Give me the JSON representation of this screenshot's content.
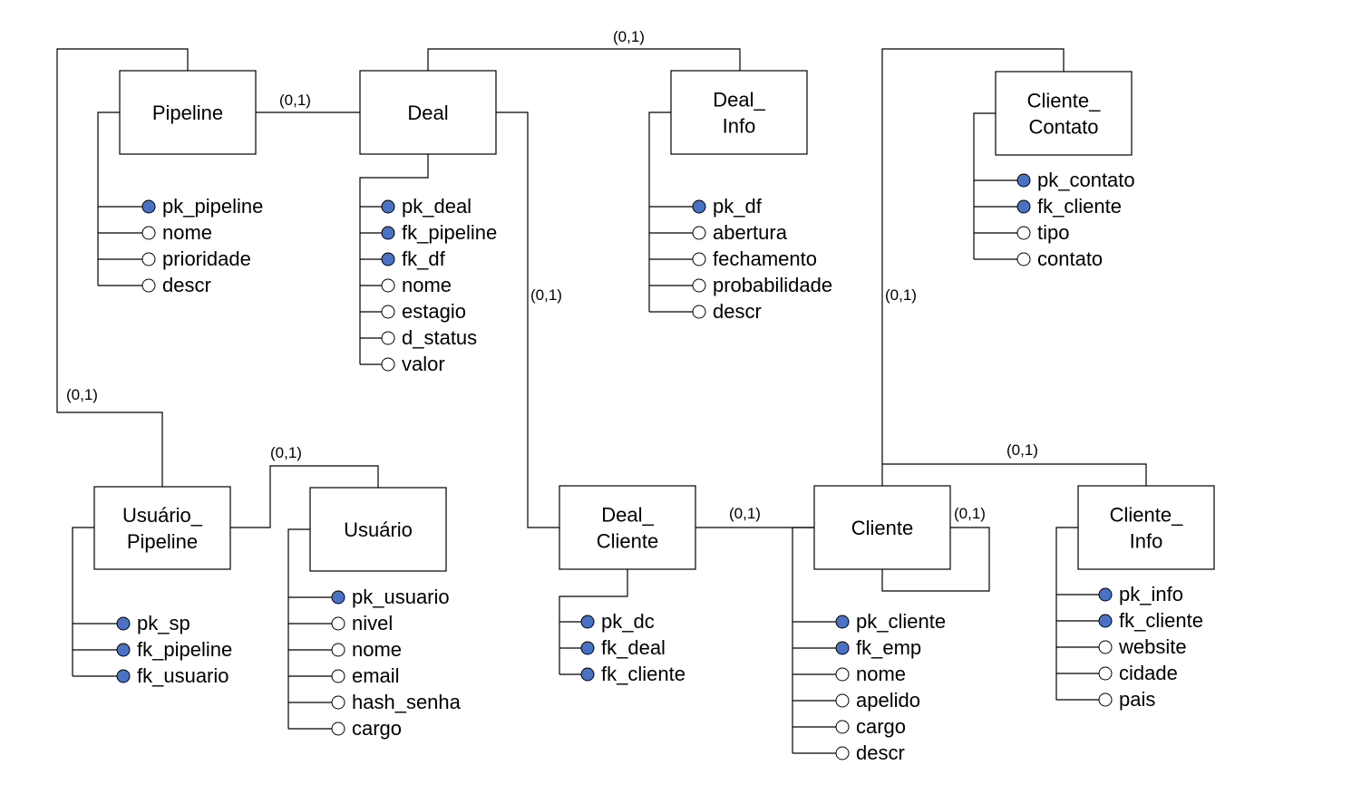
{
  "colors": {
    "key_dot": "#4a72c4",
    "plain_dot": "#ffffff",
    "line": "#000000"
  },
  "entities": {
    "pipeline": {
      "title": [
        "Pipeline"
      ],
      "attrs": [
        {
          "label": "pk_pipeline",
          "key": true
        },
        {
          "label": "nome",
          "key": false
        },
        {
          "label": "prioridade",
          "key": false
        },
        {
          "label": "descr",
          "key": false
        }
      ]
    },
    "deal": {
      "title": [
        "Deal"
      ],
      "attrs": [
        {
          "label": "pk_deal",
          "key": true
        },
        {
          "label": "fk_pipeline",
          "key": true
        },
        {
          "label": "fk_df",
          "key": true
        },
        {
          "label": "nome",
          "key": false
        },
        {
          "label": "estagio",
          "key": false
        },
        {
          "label": "d_status",
          "key": false
        },
        {
          "label": "valor",
          "key": false
        }
      ]
    },
    "deal_info": {
      "title": [
        "Deal_",
        "Info"
      ],
      "attrs": [
        {
          "label": "pk_df",
          "key": true
        },
        {
          "label": "abertura",
          "key": false
        },
        {
          "label": "fechamento",
          "key": false
        },
        {
          "label": "probabilidade",
          "key": false
        },
        {
          "label": "descr",
          "key": false
        }
      ]
    },
    "cliente_contato": {
      "title": [
        "Cliente_",
        "Contato"
      ],
      "attrs": [
        {
          "label": "pk_contato",
          "key": true
        },
        {
          "label": "fk_cliente",
          "key": true
        },
        {
          "label": "tipo",
          "key": false
        },
        {
          "label": "contato",
          "key": false
        }
      ]
    },
    "usuario_pipeline": {
      "title": [
        "Usuário_",
        "Pipeline"
      ],
      "attrs": [
        {
          "label": "pk_sp",
          "key": true
        },
        {
          "label": "fk_pipeline",
          "key": true
        },
        {
          "label": "fk_usuario",
          "key": true
        }
      ]
    },
    "usuario": {
      "title": [
        "Usuário"
      ],
      "attrs": [
        {
          "label": "pk_usuario",
          "key": true
        },
        {
          "label": "nivel",
          "key": false
        },
        {
          "label": "nome",
          "key": false
        },
        {
          "label": "email",
          "key": false
        },
        {
          "label": "hash_senha",
          "key": false
        },
        {
          "label": "cargo",
          "key": false
        }
      ]
    },
    "deal_cliente": {
      "title": [
        "Deal_",
        "Cliente"
      ],
      "attrs": [
        {
          "label": "pk_dc",
          "key": true
        },
        {
          "label": "fk_deal",
          "key": true
        },
        {
          "label": "fk_cliente",
          "key": true
        }
      ]
    },
    "cliente": {
      "title": [
        "Cliente"
      ],
      "attrs": [
        {
          "label": "pk_cliente",
          "key": true
        },
        {
          "label": "fk_emp",
          "key": true
        },
        {
          "label": "nome",
          "key": false
        },
        {
          "label": "apelido",
          "key": false
        },
        {
          "label": "cargo",
          "key": false
        },
        {
          "label": "descr",
          "key": false
        }
      ]
    },
    "cliente_info": {
      "title": [
        "Cliente_",
        "Info"
      ],
      "attrs": [
        {
          "label": "pk_info",
          "key": true
        },
        {
          "label": "fk_cliente",
          "key": true
        },
        {
          "label": "website",
          "key": false
        },
        {
          "label": "cidade",
          "key": false
        },
        {
          "label": "pais",
          "key": false
        }
      ]
    }
  },
  "relationships": [
    {
      "id": "pipeline-deal",
      "card": "(0,1)"
    },
    {
      "id": "deal-dealinfo",
      "card": "(0,1)"
    },
    {
      "id": "pipeline-usuariopipeline",
      "card": "(0,1)"
    },
    {
      "id": "usuariopipeline-usuario",
      "card": "(0,1)"
    },
    {
      "id": "deal-dealcliente",
      "card": "(0,1)"
    },
    {
      "id": "dealcliente-cliente",
      "card": "(0,1)"
    },
    {
      "id": "cliente-self",
      "card": "(0,1)"
    },
    {
      "id": "cliente-clientecontato",
      "card": "(0,1)"
    },
    {
      "id": "cliente-clienteinfo",
      "card": "(0,1)"
    }
  ]
}
